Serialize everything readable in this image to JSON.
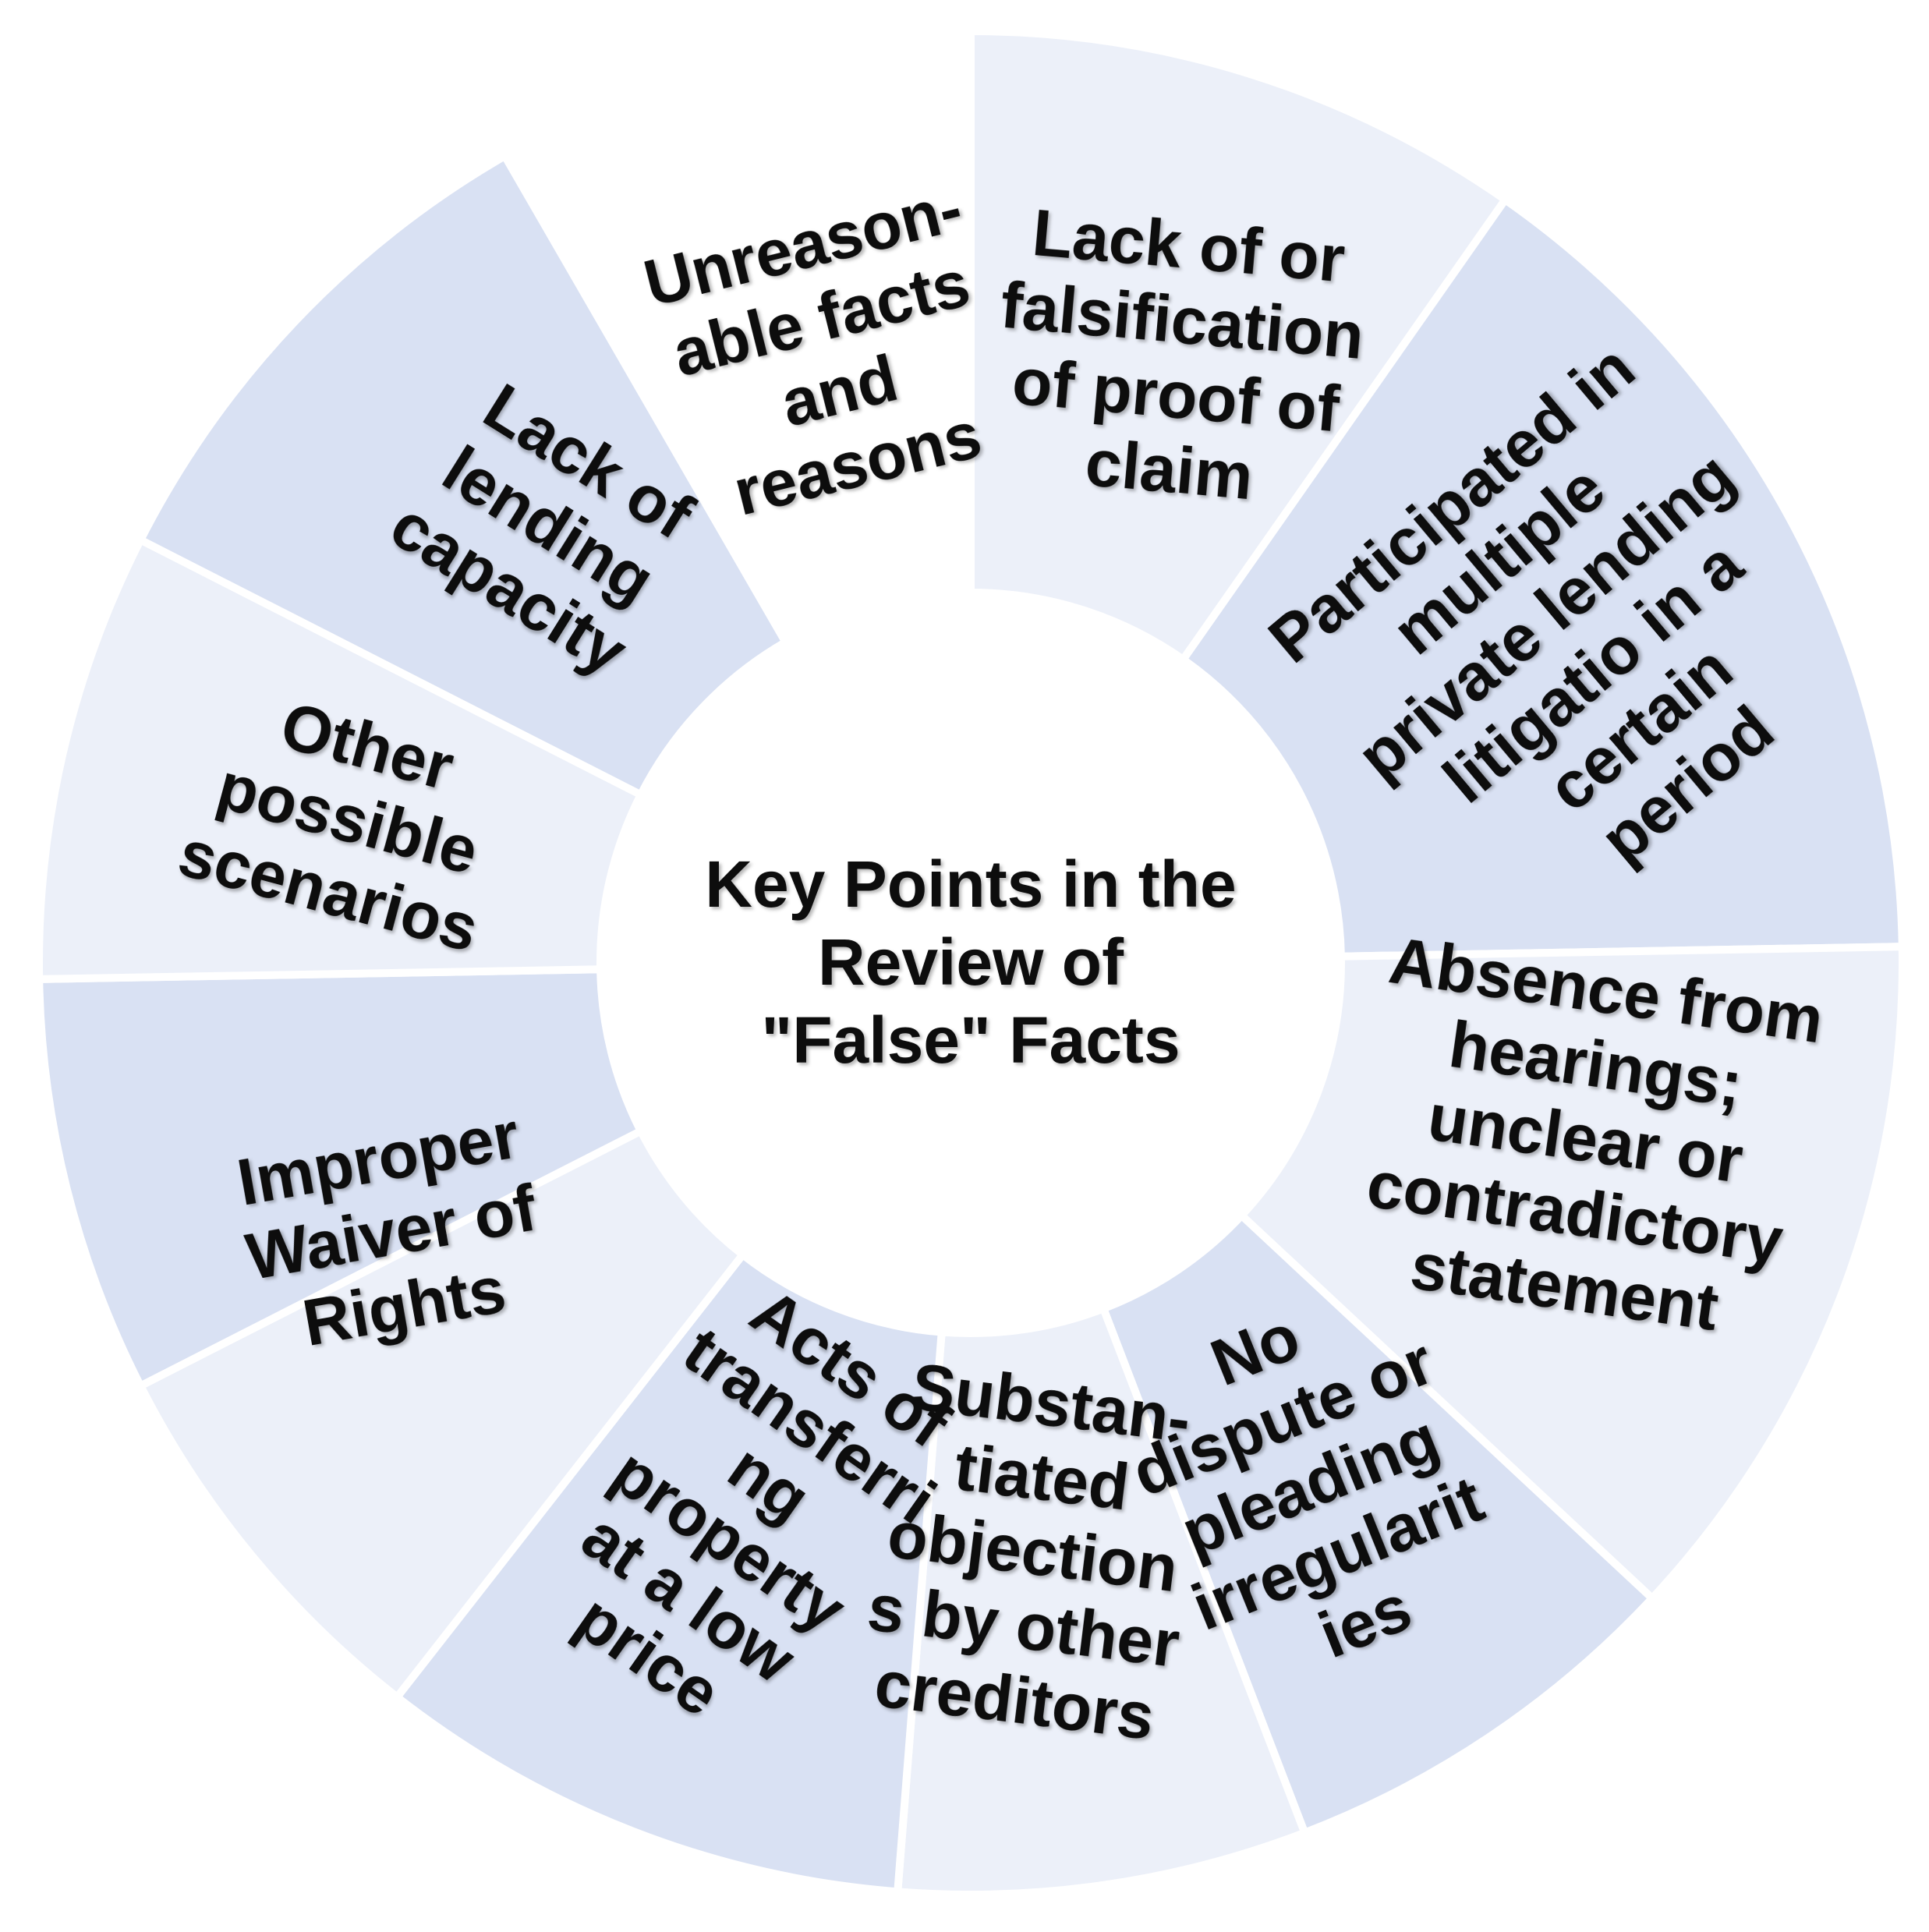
{
  "center": {
    "lines": [
      "Key Points in the",
      "Review of",
      "\"False\" Facts"
    ]
  },
  "colors": {
    "light": "#ecf0f9",
    "dark": "#d9e1f3",
    "separator": "#ffffff",
    "text": "#0d0d0d"
  },
  "segments": [
    {
      "id": "lack-of-falsification-proof-of-claim",
      "tone": "light",
      "lines": [
        "Lack of or",
        "falsification",
        "of proof of",
        "claim"
      ]
    },
    {
      "id": "participated-multiple-private-lending",
      "tone": "dark",
      "lines": [
        "Participated in",
        "multiple",
        "private lending",
        "litigatio   in a",
        "certain",
        "period"
      ]
    },
    {
      "id": "absence-from-hearings",
      "tone": "light",
      "lines": [
        "Absence from",
        "hearings;",
        "unclear or",
        "contradictory",
        "statement"
      ]
    },
    {
      "id": "no-dispute-or-pleading-irregularities",
      "tone": "dark",
      "lines": [
        "No",
        "dispute or",
        "pleading",
        "irregularit",
        "ies"
      ]
    },
    {
      "id": "substantiated-objections",
      "tone": "light",
      "lines": [
        "Substan-",
        "tiated",
        "objection",
        "s by other",
        "creditors"
      ]
    },
    {
      "id": "acts-of-transferring-property",
      "tone": "dark",
      "lines": [
        "Acts of",
        "transferri",
        "ng",
        "property",
        "at a low",
        "price"
      ]
    },
    {
      "id": "improper-waiver-of-rights",
      "tone": "light",
      "lines": [
        "Improper",
        "Waiver of",
        "Rights"
      ]
    },
    {
      "id": "other-possible-scenarios",
      "tone": "dark",
      "lines": [
        "Other",
        "possible",
        "scenarios"
      ]
    },
    {
      "id": "lack-of-lending-capacity",
      "tone": "light",
      "lines": [
        "Lack of",
        "lending",
        "capacity"
      ]
    },
    {
      "id": "unreasonable-facts-and-reasons",
      "tone": "dark",
      "lines": [
        "Unreason-",
        "able facts",
        "and",
        "reasons"
      ]
    }
  ]
}
